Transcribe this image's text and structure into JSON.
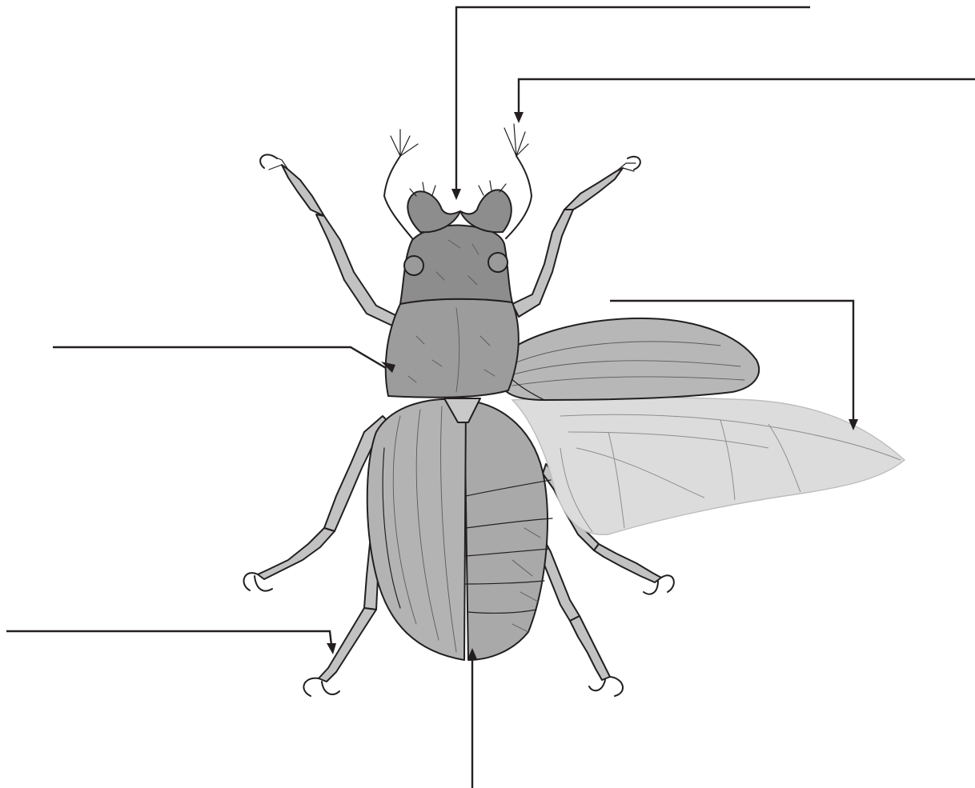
{
  "figure": {
    "subject": "beetle-anatomy",
    "colors": {
      "ink": "#231f20",
      "head": "#8d8d8d",
      "pronotum": "#9c9c9c",
      "elytra": "#b3b3b3",
      "abdomen": "#a9a9a9",
      "legs": "#c2c2c2",
      "hindwing": "#dcdcdc"
    }
  },
  "callouts": [
    {
      "name": "mandibles-callout",
      "label": ""
    },
    {
      "name": "antenna-callout",
      "label": ""
    },
    {
      "name": "pronotum-callout",
      "label": ""
    },
    {
      "name": "hindwing-callout",
      "label": ""
    },
    {
      "name": "tarsus-callout",
      "label": ""
    },
    {
      "name": "elytron-callout",
      "label": ""
    }
  ]
}
